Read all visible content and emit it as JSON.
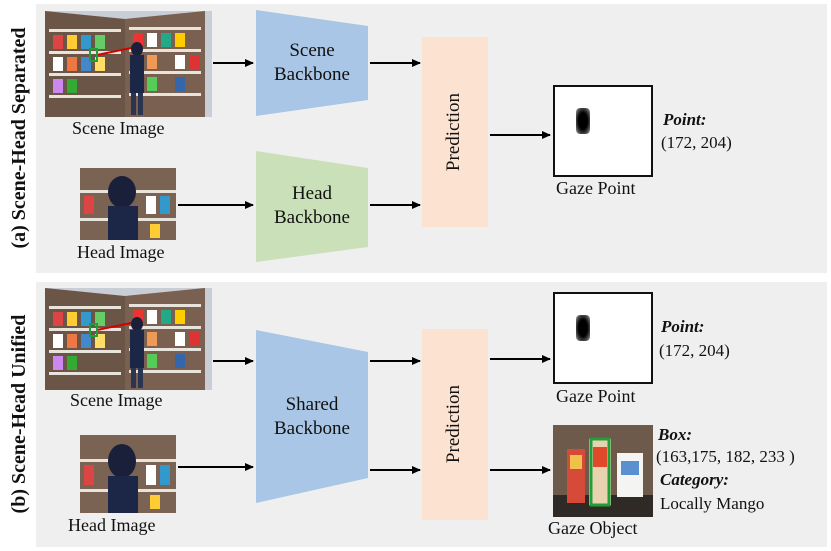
{
  "panel_a": {
    "label": "(a) Scene-Head Separated",
    "scene_caption": "Scene  Image",
    "head_caption": "Head  Image",
    "scene_backbone": [
      "Scene",
      "Backbone"
    ],
    "head_backbone": [
      "Head",
      "Backbone"
    ],
    "prediction": "Prediction",
    "output_caption": "Gaze Point",
    "point_title": "Point:",
    "point_value": "(172, 204)"
  },
  "panel_b": {
    "label": "(b) Scene-Head Unified",
    "scene_caption": "Scene  Image",
    "head_caption": "Head  Image",
    "shared_backbone": [
      "Shared",
      "Backbone"
    ],
    "prediction": "Prediction",
    "point_caption": "Gaze Point",
    "point_title": "Point:",
    "point_value": "(172, 204)",
    "object_caption": "Gaze Object",
    "box_title": "Box:",
    "box_value": "(163,175, 182, 233 )",
    "category_title": "Category:",
    "category_value": "Locally Mango"
  },
  "colors": {
    "scene_backbone": "#a9c6e6",
    "head_backbone": "#c9e0b8",
    "prediction": "#fbe2d1",
    "panel_bg": "#efefef",
    "gaze_line": "#d40000",
    "gaze_box": "#1f9e3a"
  }
}
